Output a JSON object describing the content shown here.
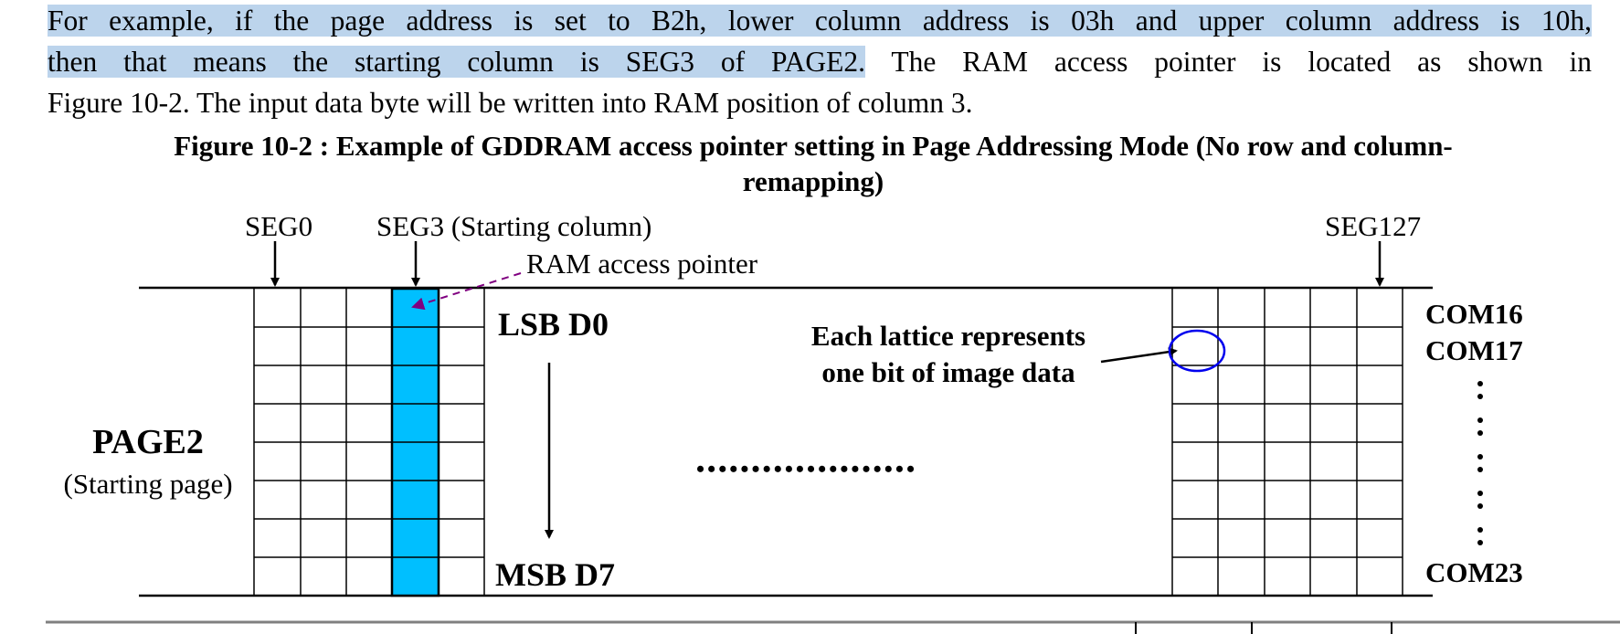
{
  "paragraph": {
    "line1": "For example, if the page address is set to B2h, lower column address is 03h and upper column address is 10h,",
    "line2_highlighted": "then that means the starting column is SEG3 of PAGE2.",
    "line2_rest": " The RAM access pointer is located as shown in",
    "line3": "Figure 10-2.  The input data byte will be written into RAM position of column 3."
  },
  "figure": {
    "caption_line1": "Figure 10-2 : Example of GDDRAM access pointer setting in Page Addressing Mode (No row and column-",
    "caption_line2": "remapping)",
    "seg0": "SEG0",
    "seg3": "SEG3 (Starting column)",
    "seg127": "SEG127",
    "pointer_label": "RAM access pointer",
    "lsb": "LSB D0",
    "msb": "MSB D7",
    "lattice_line1": "Each lattice represents",
    "lattice_line2": "one bit of image data",
    "dots": "••••••••••••••••••••",
    "page_label": "PAGE2",
    "page_sub": "(Starting page)",
    "com16": "COM16",
    "com17": "COM17",
    "com23": "COM23",
    "colors": {
      "highlight": "#bcd4ec",
      "column_fill": "#00bfff",
      "pointer_arrow": "#800080",
      "circle": "#0000ee"
    }
  }
}
